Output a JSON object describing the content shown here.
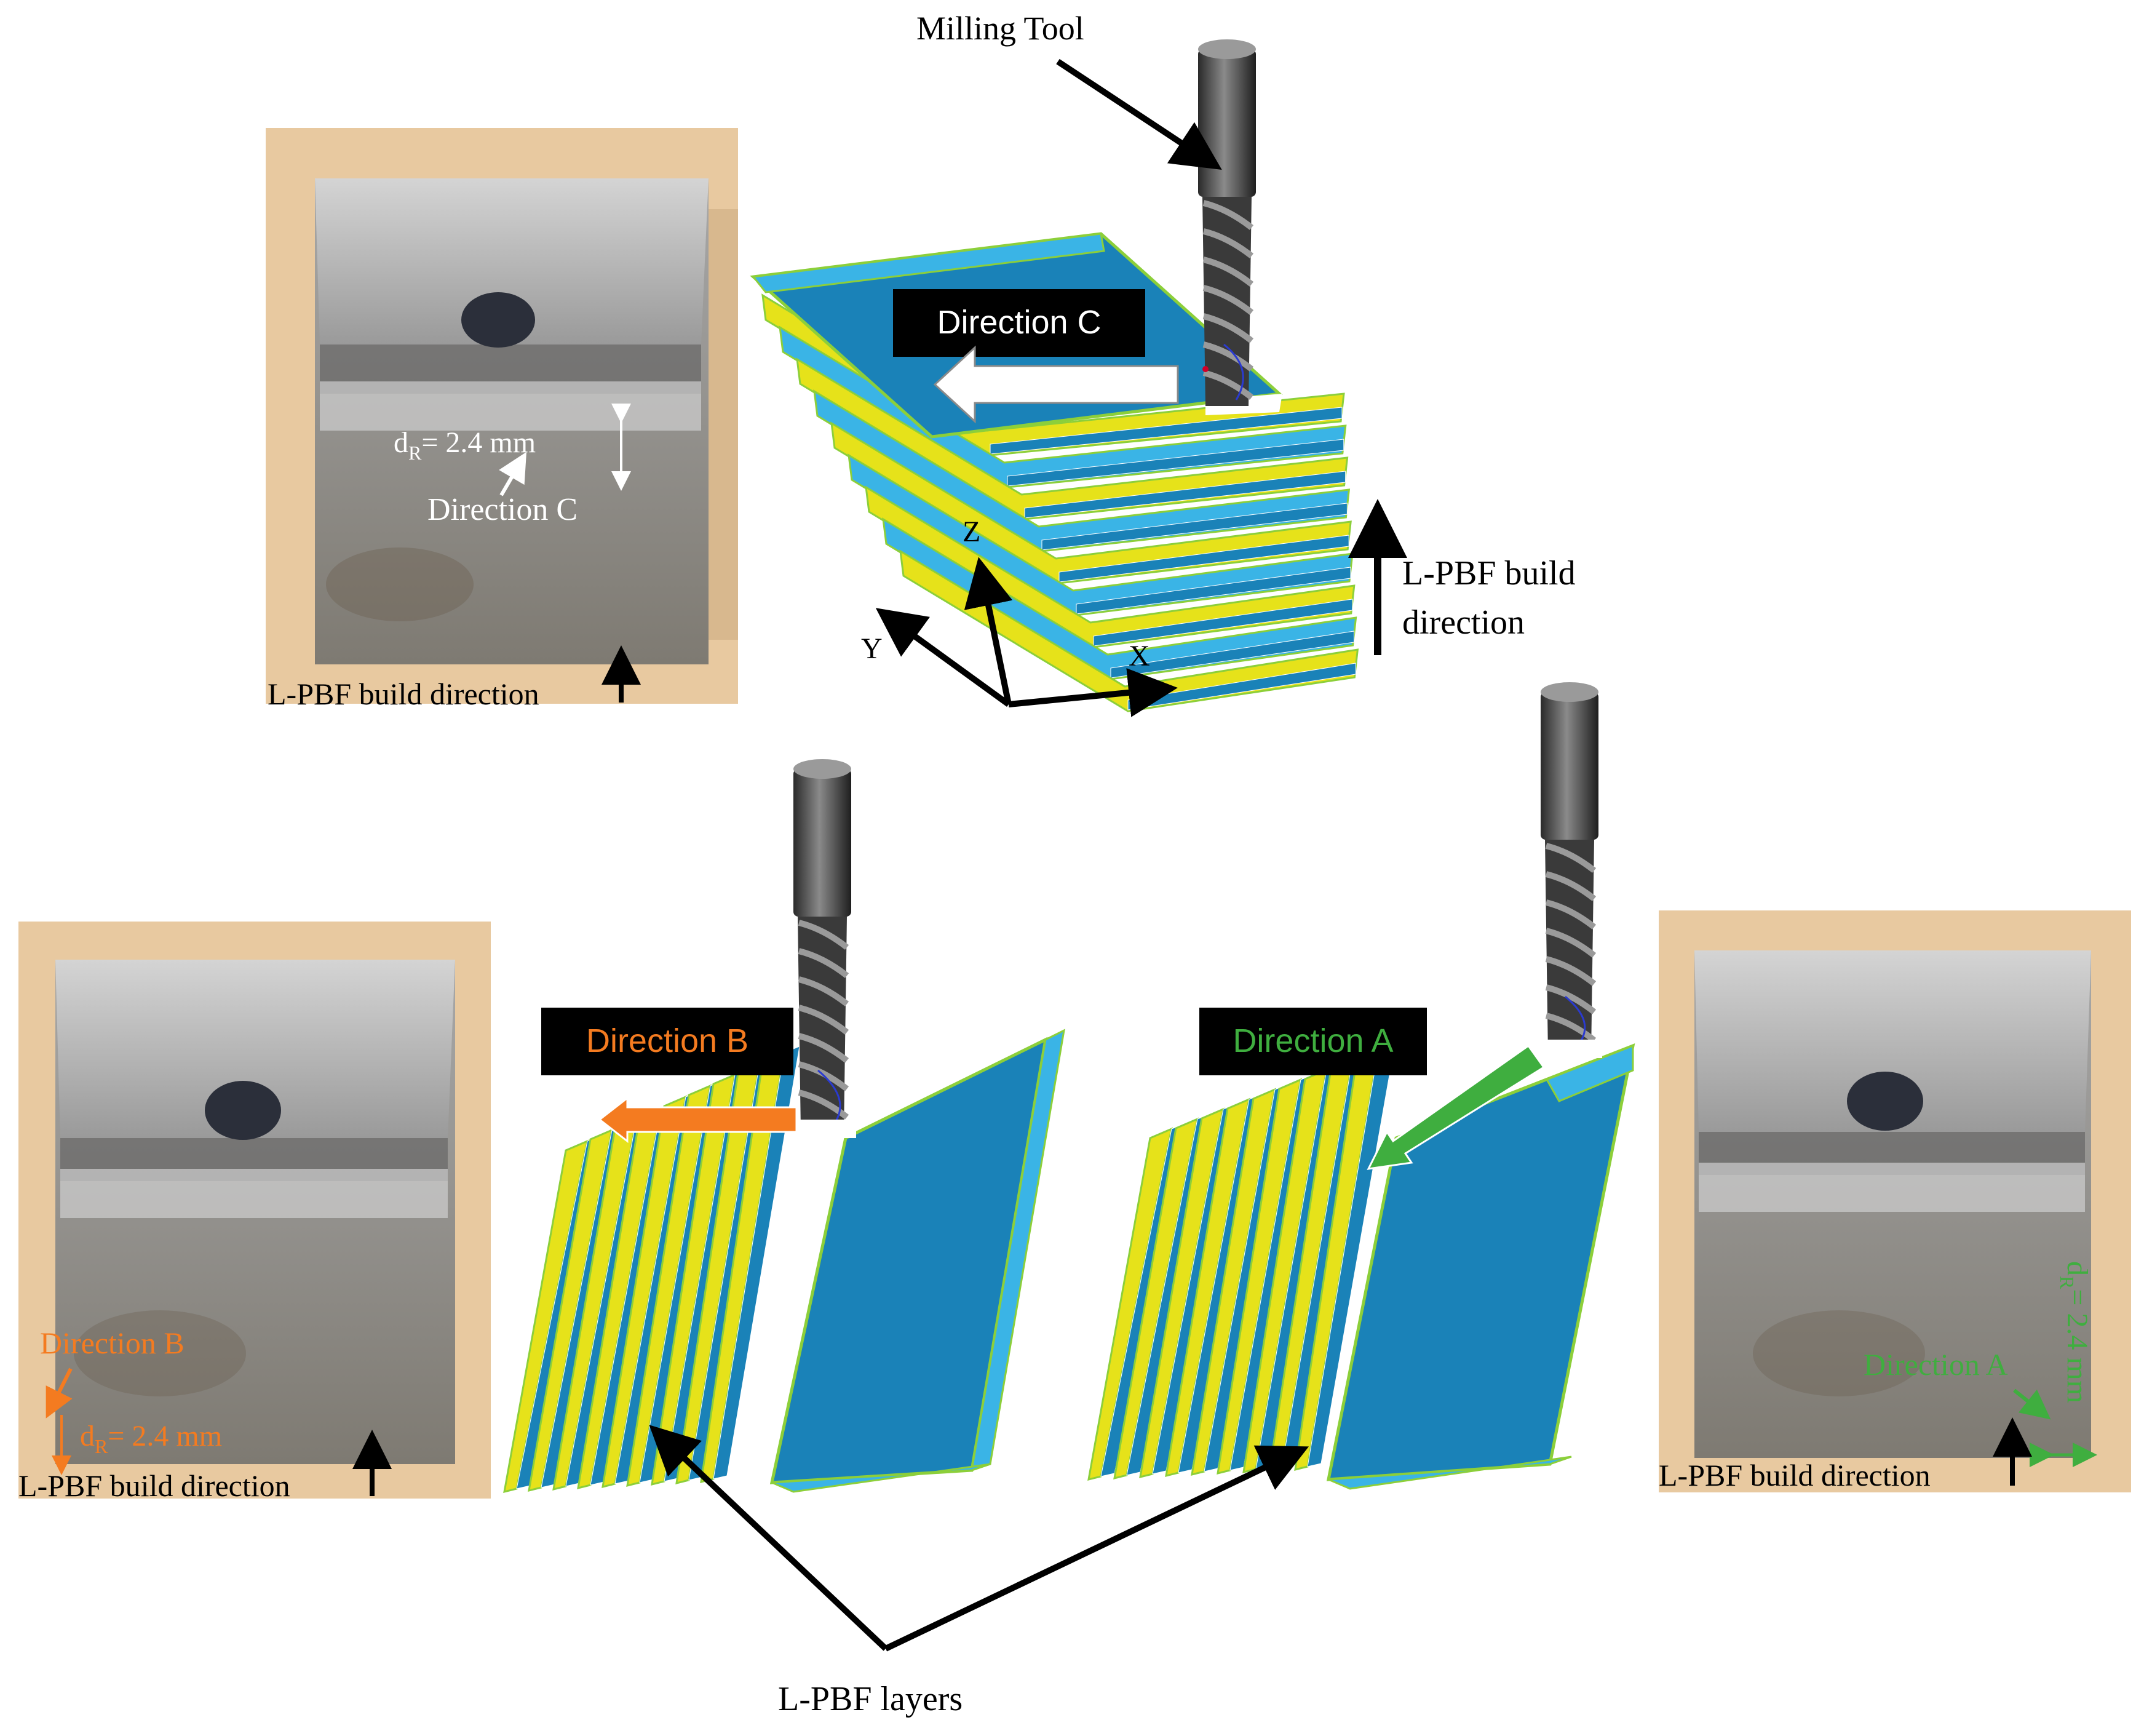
{
  "labels": {
    "milling_tool": "Milling Tool",
    "direction_a": "Direction A",
    "direction_b": "Direction B",
    "direction_c": "Direction C",
    "build_direction_line1": "L-PBF build",
    "build_direction_line2": "direction",
    "build_direction": "L-PBF build direction",
    "layers": "L-PBF layers",
    "axis_x": "X",
    "axis_y": "Y",
    "axis_z": "Z",
    "dim_prefix": "d",
    "dim_subscript": "R",
    "dim_value": "= 2.4 mm"
  },
  "colors": {
    "layer_blue": "#1a82b8",
    "layer_edge_blue": "#3ab4e6",
    "layer_yellow": "#e6e21a",
    "layer_outline": "#8ccf3a",
    "direction_a": "#3fae3f",
    "direction_b": "#f47b20",
    "direction_c": "#ffffff",
    "label_box": "#000000",
    "photo_bg": "#e8c9a0",
    "metal": "#b8b8b8"
  },
  "icons": [
    "milling-tool-icon",
    "specimen-photo",
    "layer-stack",
    "axis-triad",
    "arrow-icon"
  ]
}
